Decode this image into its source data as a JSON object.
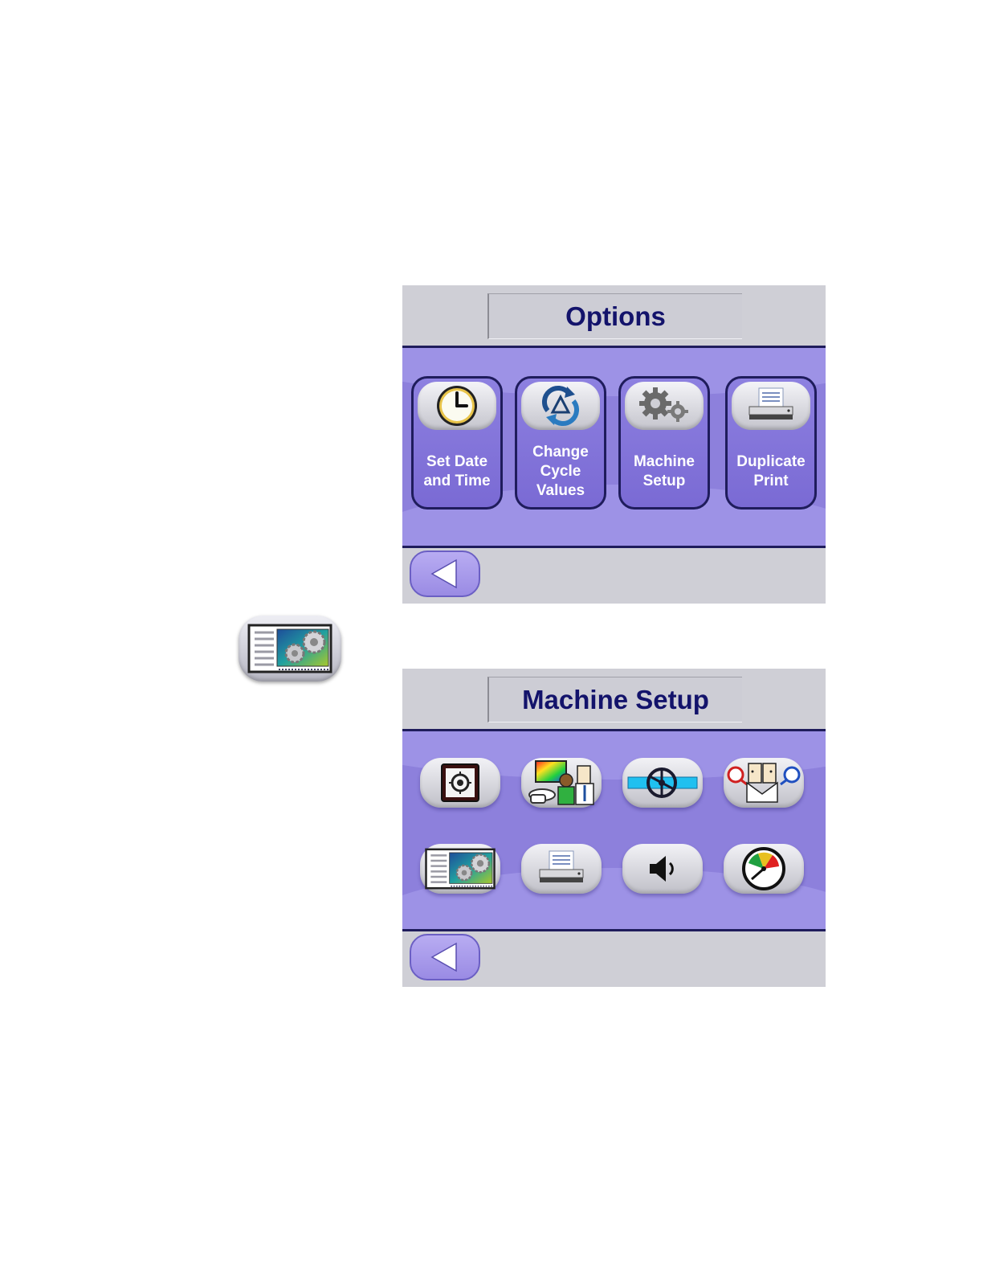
{
  "options_screen": {
    "title": "Options",
    "buttons": [
      {
        "label": "Set Date\nand Time",
        "icon": "clock-icon"
      },
      {
        "label": "Change\nCycle\nValues",
        "icon": "cycle-arrows-icon"
      },
      {
        "label": "Machine\nSetup",
        "icon": "gears-icon"
      },
      {
        "label": "Duplicate\nPrint",
        "icon": "printer-icon"
      }
    ],
    "back_icon": "back-arrow-icon"
  },
  "standalone_icon": {
    "icon": "machine-settings-icon"
  },
  "machine_setup_screen": {
    "title": "Machine Setup",
    "icons": [
      "safe-lock-icon",
      "display-user-icon",
      "pipe-valve-icon",
      "communication-icon",
      "machine-settings-icon",
      "printer-icon",
      "speaker-icon",
      "gauge-icon"
    ],
    "back_icon": "back-arrow-icon"
  },
  "colors": {
    "title_text": "#13136b",
    "panel_bg": "#cfcfd6",
    "body_purple": "#8d80dc",
    "dark_border": "#1f1c5c",
    "back_button": "#a99cec"
  }
}
